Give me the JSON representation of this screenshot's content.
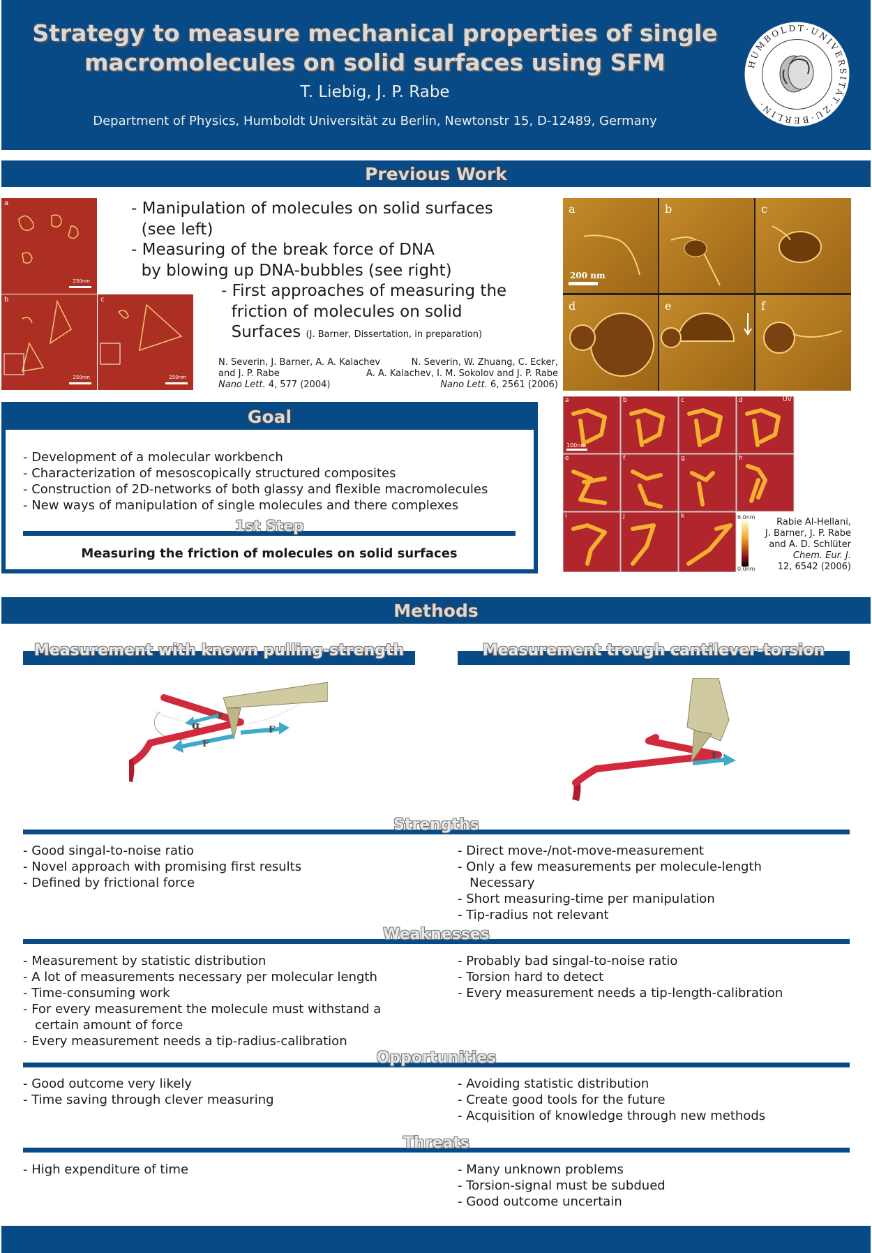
{
  "header": {
    "title_line1": "Strategy to measure mechanical properties of single",
    "title_line2": "macromolecules on solid surfaces using SFM",
    "authors": "T. Liebig, J. P. Rabe",
    "affiliation": "Department of Physics, Humboldt Universität zu Berlin, Newtonstr 15, D-12489, Germany",
    "seal_text": "HUMBOLDT-UNIVERSITÄT ZU BERLIN"
  },
  "previous_work": {
    "heading": "Previous Work",
    "items": [
      "- Manipulation of molecules on solid surfaces",
      "  (see left)",
      "- Measuring of the break force of DNA",
      "  by blowing up DNA-bubbles (see right)"
    ],
    "friction_items": [
      "- First approaches of measuring the",
      "  friction of molecules on solid",
      "  Surfaces"
    ],
    "friction_note": "(J. Barner, Dissertation, in preparation)",
    "ref_left": {
      "line1": "N. Severin, J. Barner, A. A. Kalachev",
      "line2": "and J. P. Rabe",
      "journal": "Nano Lett.",
      "vol": " 4, 577 (2004)"
    },
    "ref_right": {
      "line1": "N. Severin, W. Zhuang, C. Ecker,",
      "line2": "A. A. Kalachev, I. M. Sokolov and J. P. Rabe",
      "journal": "Nano Lett.",
      "vol": " 6, 2561 (2006)"
    },
    "left_panel_labels": [
      "a",
      "b",
      "c"
    ],
    "scale_250": "250nm",
    "right_panel_labels": [
      "a",
      "b",
      "c",
      "d",
      "e",
      "f"
    ],
    "scale_200": "200 nm"
  },
  "goal": {
    "heading": "Goal",
    "items": [
      "- Development of a molecular workbench",
      "- Characterization of mesoscopically structured composites",
      "- Construction of 2D-networks of both glassy and flexible macromolecules",
      "- New ways of manipulation of single molecules and there complexes"
    ],
    "step_label": "1st Step",
    "step_text": "Measuring the friction of molecules on solid surfaces"
  },
  "grid_figure": {
    "labels": [
      "a",
      "b",
      "c",
      "d",
      "e",
      "f",
      "g",
      "h",
      "i",
      "j",
      "k"
    ],
    "uv": "UV",
    "scale": "100nm",
    "colorbar_max": "6.0nm",
    "colorbar_min": "0.0nm",
    "ref_line1": "Rabie Al-Hellani,",
    "ref_line2": "J. Barner, J. P. Rabe",
    "ref_line3": "and A. D. Schlüter",
    "ref_journal": "Chem. Eur. J.",
    "ref_vol": "12, 6542 (2006)"
  },
  "methods": {
    "heading": "Methods",
    "left_heading": "Measurement with known pulling-strength",
    "right_heading": "Measurement trough cantilever-torsion",
    "alpha": "α",
    "force_label": "F"
  },
  "swot": {
    "strengths": {
      "label": "Strengths",
      "left": [
        "- Good singal-to-noise ratio",
        "- Novel approach with promising first results",
        "- Defined by frictional force"
      ],
      "right": [
        "- Direct move-/not-move-measurement",
        "- Only a few measurements per molecule-length",
        "   Necessary",
        "- Short measuring-time per manipulation",
        "- Tip-radius not relevant"
      ]
    },
    "weaknesses": {
      "label": "Weaknesses",
      "left": [
        "- Measurement by statistic distribution",
        "- A lot of measurements necessary per molecular length",
        "- Time-consuming work",
        "- For every measurement the molecule must withstand a",
        "   certain amount of force",
        "- Every measurement needs a tip-radius-calibration"
      ],
      "right": [
        "- Probably bad singal-to-noise ratio",
        "- Torsion hard to detect",
        "- Every measurement needs a tip-length-calibration"
      ]
    },
    "opportunities": {
      "label": "Opportunities",
      "left": [
        "- Good outcome very likely",
        "- Time saving through clever measuring"
      ],
      "right": [
        "- Avoiding statistic distribution",
        "- Create good tools for the future",
        "- Acquisition of knowledge through new methods"
      ]
    },
    "threats": {
      "label": "Threats",
      "left": [
        "- High expenditure of time"
      ],
      "right": [
        "- Many unknown problems",
        "- Torsion-signal must be subdued",
        "- Good outcome uncertain"
      ]
    }
  }
}
